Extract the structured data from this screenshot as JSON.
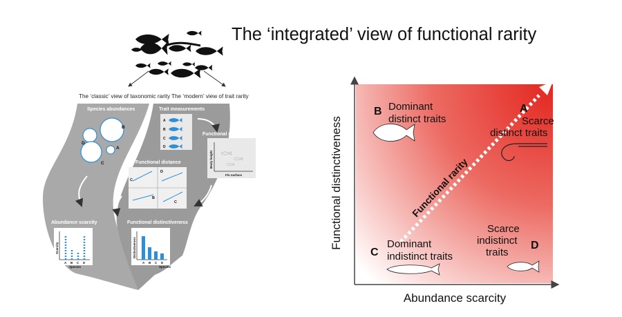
{
  "title": "The ‘integrated’ view of functional rarity",
  "left_panel": {
    "classic_label": "The ‘classic’ view of taxonomic rarity",
    "modern_label": "The ‘modern’ view of trait rarity",
    "species_abundances": "Species abundances",
    "trait_measurements": "Trait measurements",
    "functional_space": "Functional space",
    "body_height": "Body height",
    "fin_surface": "Fin surface",
    "functional_distance": "Functional distance",
    "abundance_scarcity": "Abundance scarcity",
    "functional_distinctiveness": "Functional distinctiveness",
    "scarcity": "Scarcity",
    "distinctiveness": "Distinctiveness",
    "species": "Species",
    "letters": [
      "A",
      "B",
      "C",
      "D"
    ]
  },
  "right_panel": {
    "y_axis_label": "Functional distinctiveness",
    "x_axis_label": "Abundance scarcity",
    "diagonal_label": "Functional rarity",
    "quadrants": {
      "a_letter": "A",
      "a_line1": "Scarce",
      "a_line2": "distinct traits",
      "b_letter": "B",
      "b_line1": "Dominant",
      "b_line2": "distinct traits",
      "c_letter": "C",
      "c_line1": "Dominant",
      "c_line2": "indistinct traits",
      "d_letter": "D",
      "d_line1": "Scarce",
      "d_line2": "indistinct",
      "d_line3": "traits"
    },
    "colors": {
      "low": "#ffffff",
      "high": "#e3261f",
      "arrow": "#ffffff"
    }
  },
  "colors": {
    "panel_gray": "#a7a7a7",
    "panel_dark": "#8f8f8f",
    "accent_blue": "#2e8fd6",
    "silhouette": "#111111"
  }
}
